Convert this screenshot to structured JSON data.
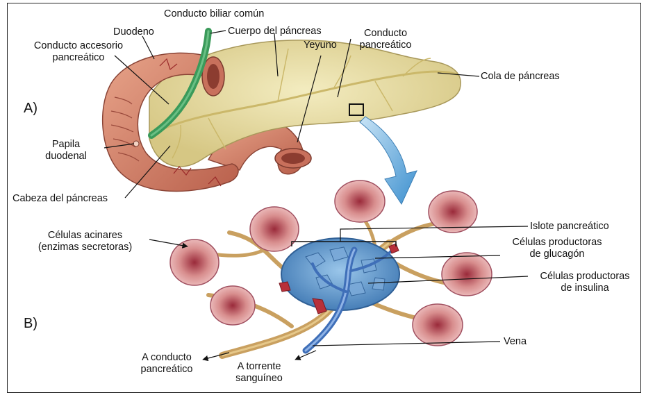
{
  "sections": {
    "a": "A)",
    "b": "B)"
  },
  "labels": {
    "conducto_biliar": "Conducto biliar común",
    "duodeno": "Duodeno",
    "cuerpo": "Cuerpo del páncreas",
    "conducto_pancreatico": [
      "Conducto",
      "pancreático"
    ],
    "yeyuno": "Yeyuno",
    "accesorio": [
      "Conducto accesorio",
      "pancreático"
    ],
    "cola": "Cola de páncreas",
    "papila": [
      "Papila",
      "duodenal"
    ],
    "cabeza": "Cabeza del páncreas",
    "acinares": [
      "Células acinares",
      "(enzimas secretoras)"
    ],
    "islote": "Islote pancreático",
    "glucagon": [
      "Células productoras",
      "de glucagón"
    ],
    "insulina": [
      "Células productoras",
      "de insulina"
    ],
    "vena": "Vena",
    "a_conducto": [
      "A conducto",
      "pancreático"
    ],
    "a_torrente": [
      "A torrente",
      "sanguíneo"
    ]
  },
  "colors": {
    "pancreas": "#e8dca0",
    "duodenum": "#d98a72",
    "bile_duct": "#3a9a5a",
    "islet": "#5a8fc4",
    "arrow": "#5aa6d8",
    "acinus": "#d88e8e"
  }
}
